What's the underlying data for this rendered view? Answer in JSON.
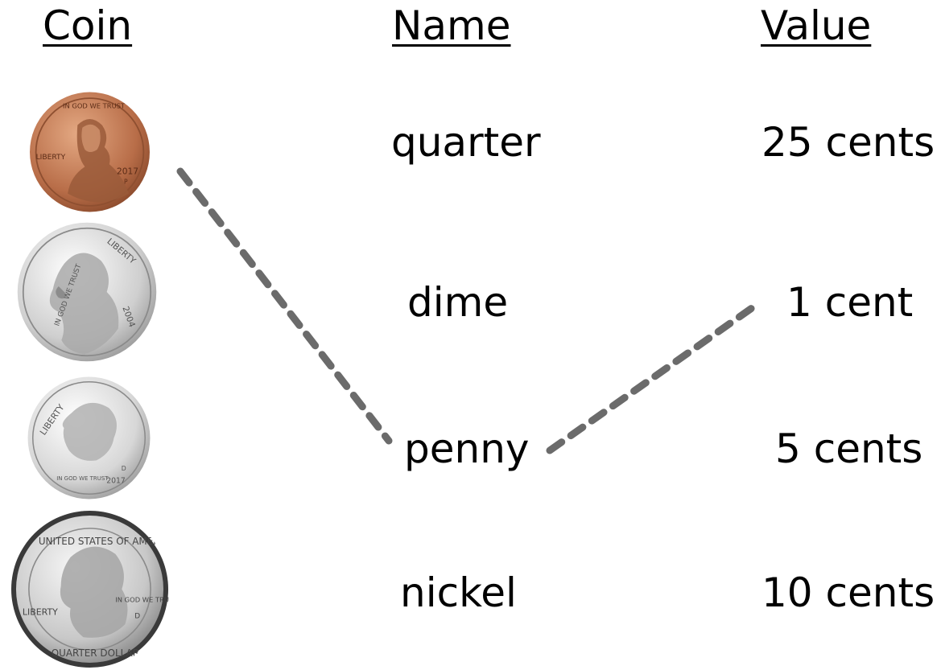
{
  "headers": {
    "coin": "Coin",
    "name": "Name",
    "value": "Value"
  },
  "coins": [
    {
      "icon": "penny-icon",
      "year": "2017",
      "motto": "IN GOD WE TRUST",
      "label": "LIBERTY",
      "mint": "P",
      "color": "#c07a55"
    },
    {
      "icon": "nickel-icon",
      "year": "2004",
      "motto": "IN GOD WE TRUST",
      "label": "LIBERTY",
      "color": "#dcdcdc"
    },
    {
      "icon": "dime-icon",
      "year": "2017",
      "motto": "IN GOD WE TRUST",
      "label": "LIBERTY",
      "mint": "D",
      "color": "#e4e4e4"
    },
    {
      "icon": "quarter-icon",
      "top": "UNITED STATES OF AMERICA",
      "bottom": "QUARTER DOLLAR",
      "motto": "IN GOD WE TRUST",
      "label": "LIBERTY",
      "mint": "D",
      "color": "#cfcfcf"
    }
  ],
  "names": [
    "quarter",
    "dime",
    "penny",
    "nickel"
  ],
  "values": [
    "25 cents",
    "1 cent",
    "5 cents",
    "10 cents"
  ],
  "matches": [
    {
      "from": "coin",
      "coin_index": 0,
      "to": "name",
      "name_index": 2
    },
    {
      "from": "name",
      "name_index": 2,
      "to": "value",
      "value_index": 1
    }
  ],
  "colors": {
    "line": "#6b6b6b",
    "text": "#000000"
  }
}
